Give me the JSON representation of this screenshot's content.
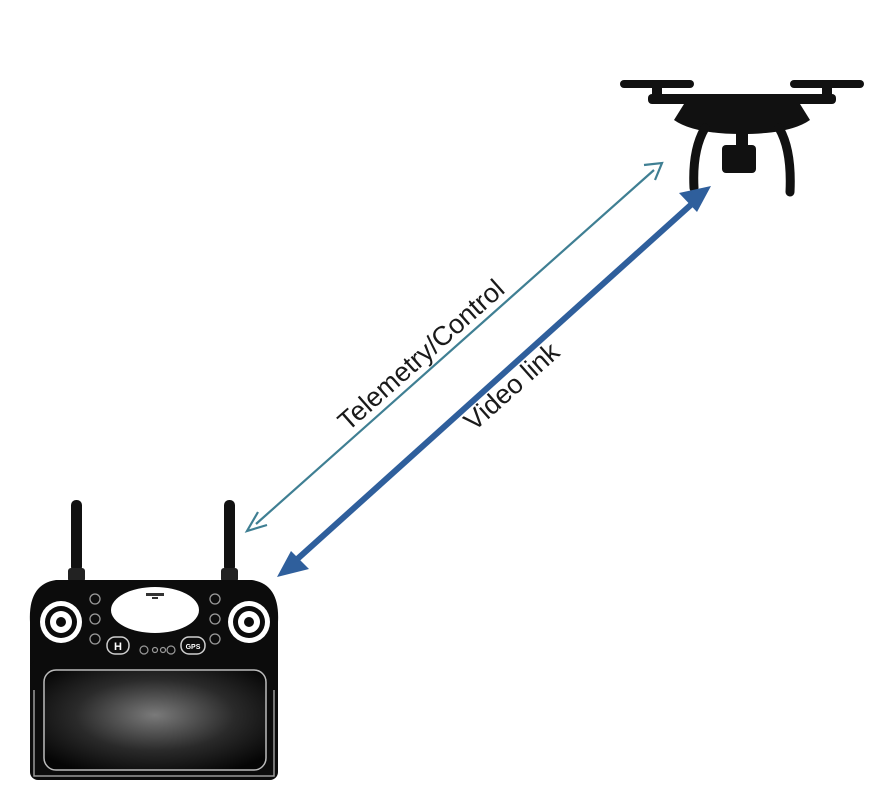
{
  "links": {
    "telemetry_label": "Telemetry/Control",
    "video_label": "Video link"
  },
  "colors": {
    "telemetry_arrow": "#3f7f93",
    "video_arrow": "#2f5f9c",
    "device": "#111111"
  },
  "icons": {
    "drone": "quadcopter-drone-icon",
    "controller": "remote-controller-icon"
  },
  "controller": {
    "button_left": "H",
    "button_right": "GPS"
  }
}
